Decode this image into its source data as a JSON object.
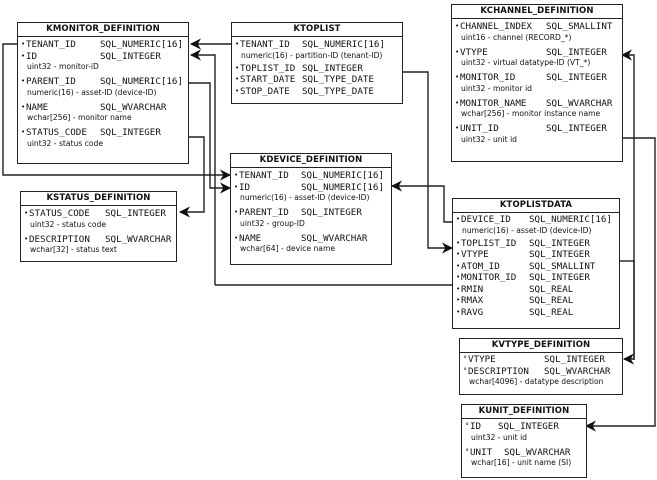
{
  "tables": {
    "kmonitor": {
      "title": "KMONITOR_DEFINITION",
      "fields": [
        {
          "name": "TENANT_ID",
          "type": "SQL_NUMERIC[16]",
          "desc": ""
        },
        {
          "name": "ID",
          "type": "SQL_INTEGER",
          "desc": "uint32 - monitor-iD"
        },
        {
          "name": "PARENT_ID",
          "type": "SQL_NUMERIC[16]",
          "desc": "numeric(16) - asset-ID (device-ID)"
        },
        {
          "name": "NAME",
          "type": "SQL_WVARCHAR",
          "desc": "wchar[256] - monitor name"
        },
        {
          "name": "STATUS_CODE",
          "type": "SQL_INTEGER",
          "desc": "uint32 - status code"
        }
      ]
    },
    "ktoplist": {
      "title": "KTOPLIST",
      "fields": [
        {
          "name": "TENANT_ID",
          "type": "SQL_NUMERIC[16]",
          "desc": "numeric(16) - partition-ID (tenant-ID)"
        },
        {
          "name": "TOPLIST_ID",
          "type": "SQL_INTEGER",
          "desc": ""
        },
        {
          "name": "START_DATE",
          "type": "SQL_TYPE_DATE",
          "desc": ""
        },
        {
          "name": "STOP_DATE",
          "type": "SQL_TYPE_DATE",
          "desc": ""
        }
      ]
    },
    "kchannel": {
      "title": "KCHANNEL_DEFINITION",
      "fields": [
        {
          "name": "CHANNEL_INDEX",
          "type": "SQL_SMALLINT",
          "desc": "uint16 - channel (RECORD_*)"
        },
        {
          "name": "VTYPE",
          "type": "SQL_INTEGER",
          "desc": "uint32 - virtual datatype-ID (VT_*)"
        },
        {
          "name": "MONITOR_ID",
          "type": "SQL_INTEGER",
          "desc": "uint32 - monitor id"
        },
        {
          "name": "MONITOR_NAME",
          "type": "SQL_WVARCHAR",
          "desc": "wchar[256] - monitor instance name"
        },
        {
          "name": "UNIT_ID",
          "type": "SQL_INTEGER",
          "desc": "uint32 - unit id"
        }
      ]
    },
    "kdevice": {
      "title": "KDEVICE_DEFINITION",
      "fields": [
        {
          "name": "TENANT_ID",
          "type": "SQL_NUMERIC[16]",
          "desc": ""
        },
        {
          "name": "ID",
          "type": "SQL_NUMERIC[16]",
          "desc": "numeric(16) - asset-ID (device-ID)"
        },
        {
          "name": "PARENT_ID",
          "type": "SQL_INTEGER",
          "desc": "uint32 - group-ID"
        },
        {
          "name": "NAME",
          "type": "SQL_WVARCHAR",
          "desc": "wchar[64] - device name"
        }
      ]
    },
    "kstatus": {
      "title": "KSTATUS_DEFINITION",
      "fields": [
        {
          "name": "STATUS_CODE",
          "type": "SQL_INTEGER",
          "desc": "uint32 - status code"
        },
        {
          "name": "DESCRIPTION",
          "type": "SQL_WVARCHAR",
          "desc": "wchar[32] - status text"
        }
      ]
    },
    "ktoplistdata": {
      "title": "KTOPLISTDATA",
      "fields": [
        {
          "name": "DEVICE_ID",
          "type": "SQL_NUMERIC[16]",
          "desc": "numeric(16) - asset-ID (device-ID)"
        },
        {
          "name": "TOPLIST_ID",
          "type": "SQL_INTEGER",
          "desc": ""
        },
        {
          "name": "VTYPE",
          "type": "SQL_INTEGER",
          "desc": ""
        },
        {
          "name": "ATOM_ID",
          "type": "SQL_SMALLINT",
          "desc": ""
        },
        {
          "name": "MONITOR_ID",
          "type": "SQL_INTEGER",
          "desc": ""
        },
        {
          "name": "RMIN",
          "type": "SQL_REAL",
          "desc": ""
        },
        {
          "name": "RMAX",
          "type": "SQL_REAL",
          "desc": ""
        },
        {
          "name": "RAVG",
          "type": "SQL_REAL",
          "desc": ""
        }
      ]
    },
    "kvtype": {
      "title": "KVTYPE_DEFINITION",
      "fields": [
        {
          "name": "VTYPE",
          "type": "SQL_INTEGER",
          "desc": ""
        },
        {
          "name": "DESCRIPTION",
          "type": "SQL_WVARCHAR",
          "desc": "wchar[4096] - datatype description"
        }
      ]
    },
    "kunit": {
      "title": "KUNIT_DEFINITION",
      "fields": [
        {
          "name": "ID",
          "type": "SQL_INTEGER",
          "desc": "uint32 - unit id"
        },
        {
          "name": "UNIT",
          "type": "SQL_WVARCHAR",
          "desc": "wchar[16] - unit name (SI)"
        }
      ]
    }
  },
  "bullets": {
    "filled": "•",
    "hollow": "°"
  },
  "colors": {
    "line": "#222222",
    "background": "#ffffff"
  }
}
